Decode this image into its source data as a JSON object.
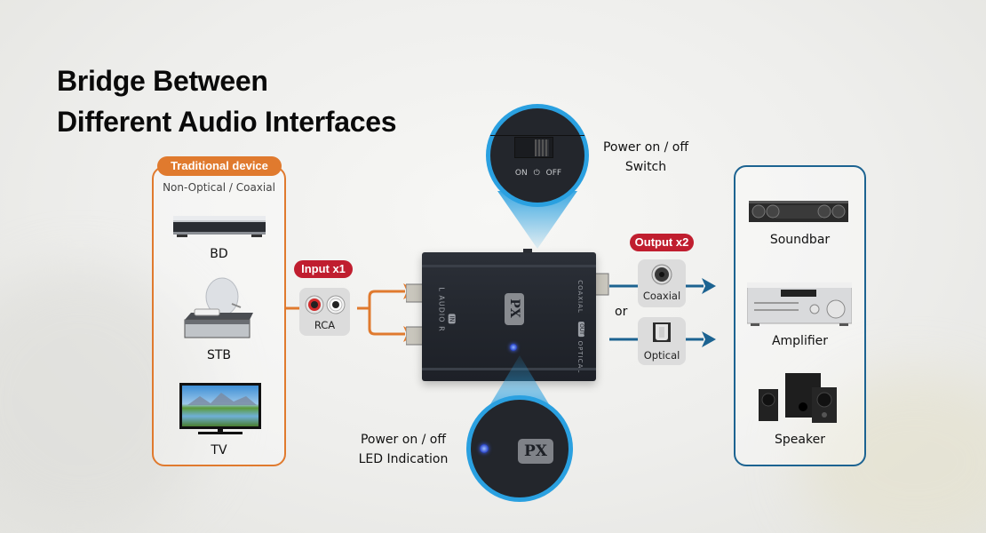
{
  "title": {
    "line1": "Bridge Between",
    "line2": "Different Audio Interfaces"
  },
  "input_side": {
    "badge": "Traditional device",
    "subtitle": "Non-Optical / Coaxial",
    "devices": [
      {
        "label": "BD",
        "icon": "bluray-player-icon"
      },
      {
        "label": "STB",
        "icon": "set-top-box-icon"
      },
      {
        "label": "TV",
        "icon": "tv-icon"
      }
    ],
    "color": "#e07a2e"
  },
  "input_port": {
    "badge": "Input x1",
    "label": "RCA"
  },
  "device": {
    "brand": "PX",
    "in_badge": "IN",
    "in_label": "L AUDIO R",
    "out_badge": "OUT",
    "out_coaxial": "COAXIAL",
    "out_optical": "OPTICAL"
  },
  "switch_callout": {
    "line1": "Power on / off",
    "line2": "Switch",
    "on": "ON",
    "off": "OFF"
  },
  "led_callout": {
    "line1": "Power on / off",
    "line2": "LED Indication",
    "brand": "PX"
  },
  "output_ports": {
    "badge": "Output x2",
    "ports": [
      {
        "label": "Coaxial"
      },
      {
        "label": "Optical"
      }
    ],
    "or_text": "or"
  },
  "output_side": {
    "devices": [
      {
        "label": "Soundbar",
        "icon": "soundbar-icon"
      },
      {
        "label": "Amplifier",
        "icon": "amplifier-icon"
      },
      {
        "label": "Speaker",
        "icon": "speaker-icon"
      }
    ],
    "color": "#1c6391"
  },
  "colors": {
    "accent_red": "#c01e2f",
    "callout_blue": "#2aa0e0",
    "arrow_orange": "#e07a2e",
    "arrow_blue": "#1c6391"
  }
}
